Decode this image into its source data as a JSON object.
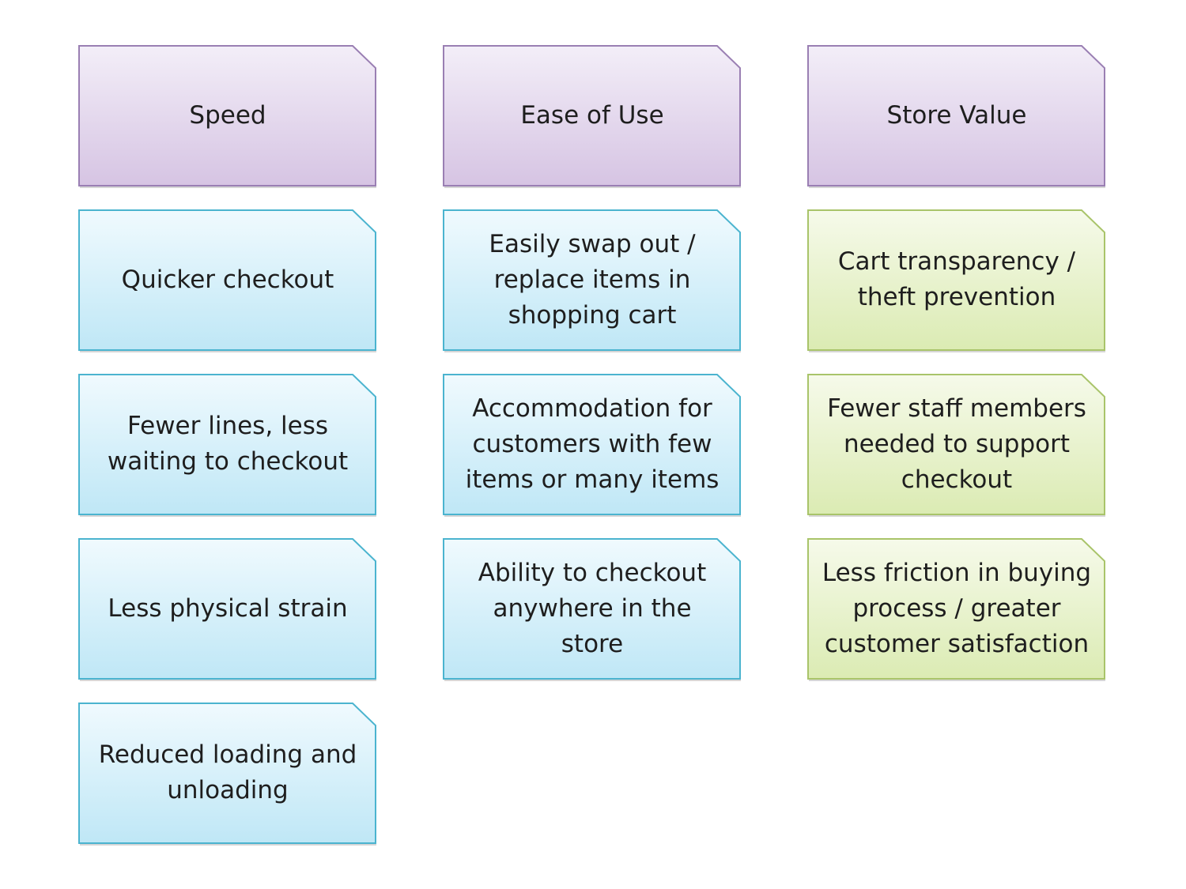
{
  "colors": {
    "header_fill_top": "#f3eef8",
    "header_fill_bottom": "#d6c4e3",
    "header_stroke": "#9a7fb3",
    "blue_fill_top": "#f0fafe",
    "blue_fill_bottom": "#bfe7f6",
    "blue_stroke": "#4bb4cf",
    "green_fill_top": "#f6faea",
    "green_fill_bottom": "#dbebb3",
    "green_stroke": "#a9c46a"
  },
  "columns": [
    {
      "header": "Speed",
      "items": [
        [
          "Quicker checkout"
        ],
        [
          "Fewer lines, less",
          "waiting to checkout"
        ],
        [
          "Less physical strain"
        ],
        [
          "Reduced loading and",
          "unloading"
        ]
      ]
    },
    {
      "header": "Ease of Use",
      "items": [
        [
          "Easily swap out /",
          "replace items in",
          "shopping cart"
        ],
        [
          "Accommodation for",
          "customers with few",
          "items or many items"
        ],
        [
          "Ability to checkout",
          "anywhere in the",
          "store"
        ]
      ]
    },
    {
      "header": "Store Value",
      "items": [
        [
          "Cart transparency /",
          "theft prevention"
        ],
        [
          "Fewer staff members",
          "needed to support",
          "checkout"
        ],
        [
          "Less friction in buying",
          "process / greater",
          "customer satisfaction"
        ]
      ]
    }
  ]
}
